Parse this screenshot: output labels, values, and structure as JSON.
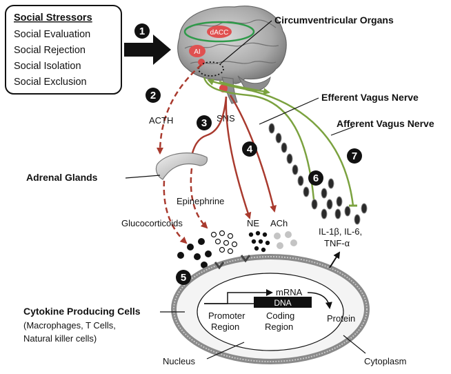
{
  "stressors": {
    "title": "Social Stressors",
    "items": [
      "Social Evaluation",
      "Social Rejection",
      "Social Isolation",
      "Social Exclusion"
    ]
  },
  "brain": {
    "region_dacc": "dACC",
    "region_ai": "AI",
    "circumventricular": "Circumventricular Organs"
  },
  "pathways": {
    "acth": "ACTH",
    "sns": "SNS",
    "efferent_vagus": "Efferent Vagus Nerve",
    "afferent_vagus": "Afferent Vagus Nerve",
    "adrenal_glands": "Adrenal Glands",
    "epinephrine": "Epinephrine",
    "glucocorticoids": "Glucocorticoids",
    "ne": "NE",
    "ach": "ACh",
    "cytokines_line1": "IL-1β, IL-6,",
    "cytokines_line2": "TNF-α"
  },
  "cell": {
    "title": "Cytokine Producing Cells",
    "subtitle_line1": "(Macrophages, T Cells,",
    "subtitle_line2": "Natural killer cells)",
    "mrna": "mRNA",
    "dna": "DNA",
    "promoter_line1": "Promoter",
    "promoter_line2": "Region",
    "coding_line1": "Coding",
    "coding_line2": "Region",
    "protein": "Protein",
    "nucleus": "Nucleus",
    "cytoplasm": "Cytoplasm"
  },
  "steps": [
    "1",
    "2",
    "3",
    "4",
    "5",
    "6",
    "7"
  ],
  "colors": {
    "red_pathway": "#a93a2e",
    "green_nerve": "#7ba23f",
    "brain_gray": "#9a9a9a",
    "region_red": "#e05050",
    "dacc_outline": "#2f9a4a",
    "cell_gray": "#8a8a8a"
  }
}
